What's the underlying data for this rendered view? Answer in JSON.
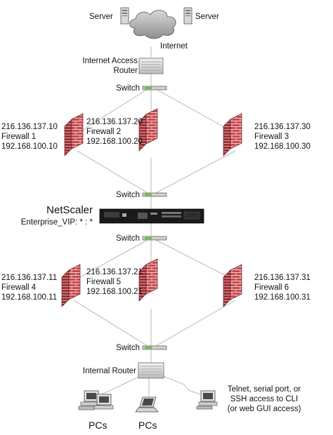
{
  "labels": {
    "server_left": "Server",
    "server_right": "Server",
    "internet": "Internet",
    "router_top_1": "Internet Access",
    "router_top_2": "Router",
    "switch_1": "Switch",
    "switch_2": "Switch",
    "switch_3": "Switch",
    "switch_4": "Switch",
    "netscaler": "NetScaler",
    "netscaler_vip": "Enterprise_VIP: * : *",
    "internal_router": "Internal Router",
    "pcs_1": "PCs",
    "pcs_2": "PCs",
    "access_1": "Telnet, serial port, or",
    "access_2": "SSH access to CLI",
    "access_3": "(or web GUI access)"
  },
  "firewalls": [
    {
      "ip_public": "216.136.137.10",
      "name": "Firewall 1",
      "ip_private": "192.168.100.10"
    },
    {
      "ip_public": "216.136.137.20",
      "name": "Firewall 2",
      "ip_private": "192.168.100.20"
    },
    {
      "ip_public": "216.136.137.30",
      "name": "Firewall 3",
      "ip_private": "192.168.100.30"
    },
    {
      "ip_public": "216.136.137.11",
      "name": "Firewall 4",
      "ip_private": "192.168.100.11"
    },
    {
      "ip_public": "216.136.137.21",
      "name": "Firewall 5",
      "ip_private": "192.168.100.21"
    },
    {
      "ip_public": "216.136.137.31",
      "name": "Firewall 6",
      "ip_private": "192.168.100.31"
    }
  ],
  "colors": {
    "firewall_brick": "#c84a4f",
    "firewall_mortar": "#e9c6c8",
    "switch_port": "#6fbf3a",
    "netscaler_body": "#1a1a1a",
    "wire": "#b8b8b8"
  }
}
